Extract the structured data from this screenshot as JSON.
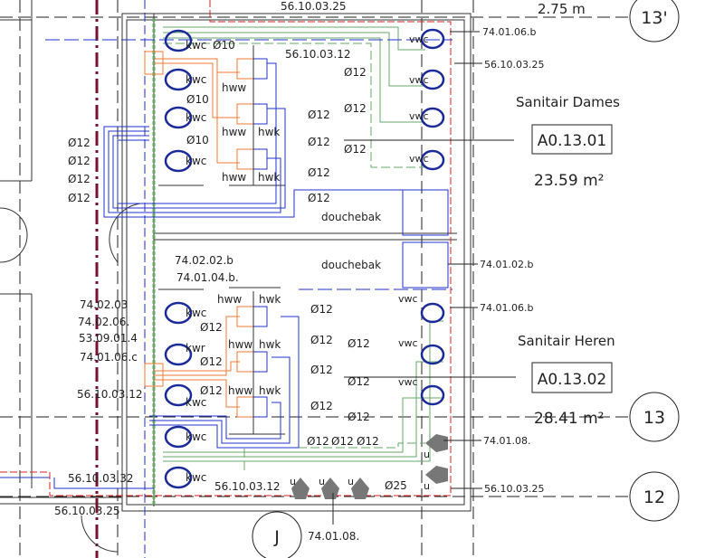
{
  "drawing": {
    "top_tags": {
      "top_ref": "56.10.03.25",
      "top_area": "2.75 m"
    },
    "grid_labels": {
      "g13p": "13'",
      "g13": "13",
      "g12": "12",
      "gJ": "J"
    },
    "rooms": [
      {
        "name": "Sanitair Dames",
        "code": "A0.13.01",
        "area": "23.59 m²"
      },
      {
        "name": "Sanitair Heren",
        "code": "A0.13.02",
        "area": "28.41 m²"
      }
    ],
    "upper": {
      "kwc": [
        "kwc",
        "kwc",
        "kwc",
        "kwc"
      ],
      "d10": [
        "Ø10",
        "Ø10",
        "Ø10"
      ],
      "ref_top": "56.10.03.12",
      "hww": [
        "hww",
        "hww",
        "hww"
      ],
      "hwk": [
        "hwk",
        "hwk"
      ],
      "d12_left": [
        "Ø12",
        "Ø12",
        "Ø12",
        "Ø12"
      ],
      "d12_mid": [
        "Ø12",
        "Ø12",
        "Ø12",
        "Ø12"
      ],
      "d12_right": [
        "Ø12",
        "Ø12",
        "Ø12"
      ],
      "vwc": [
        "vwc",
        "vwc",
        "vwc",
        "vwc"
      ],
      "right_refs": [
        "74.01.06.b",
        "56.10.03.25"
      ],
      "douchebak": [
        "douchebak",
        "douchebak"
      ],
      "shower_ref": "74.01.02.b"
    },
    "lower": {
      "refs_left": [
        "74.02.02.b",
        "74.01.04.b.",
        "74.02.03",
        "74.02.06.",
        "53.09.01.4",
        "74.01.06.c",
        "56.10.03.12"
      ],
      "kw": [
        "kwc",
        "kwr",
        "kwc",
        "kwc",
        "kwc"
      ],
      "hww": [
        "hww",
        "hww",
        "hww"
      ],
      "hwk": [
        "hwk",
        "hwk",
        "hwk"
      ],
      "d12_inner": [
        "Ø12",
        "Ø12",
        "Ø12"
      ],
      "d12_mid": [
        "Ø12",
        "Ø12",
        "Ø12",
        "Ø12"
      ],
      "d12_right": [
        "Ø12",
        "Ø12",
        "Ø12"
      ],
      "d12_bottom": [
        "Ø12",
        "Ø12",
        "Ø12"
      ],
      "vwc": [
        "vwc",
        "vwc",
        "vwc"
      ],
      "right_refs": [
        "74.01.06.b",
        "74.01.08.",
        "56.10.03.25"
      ],
      "u": [
        "u",
        "u",
        "u",
        "u",
        "u"
      ],
      "d25": "Ø25",
      "bottom_refs": [
        "56.10.03.32",
        "56.10.03.25",
        "56.10.03.12",
        "74.01.08."
      ]
    }
  }
}
